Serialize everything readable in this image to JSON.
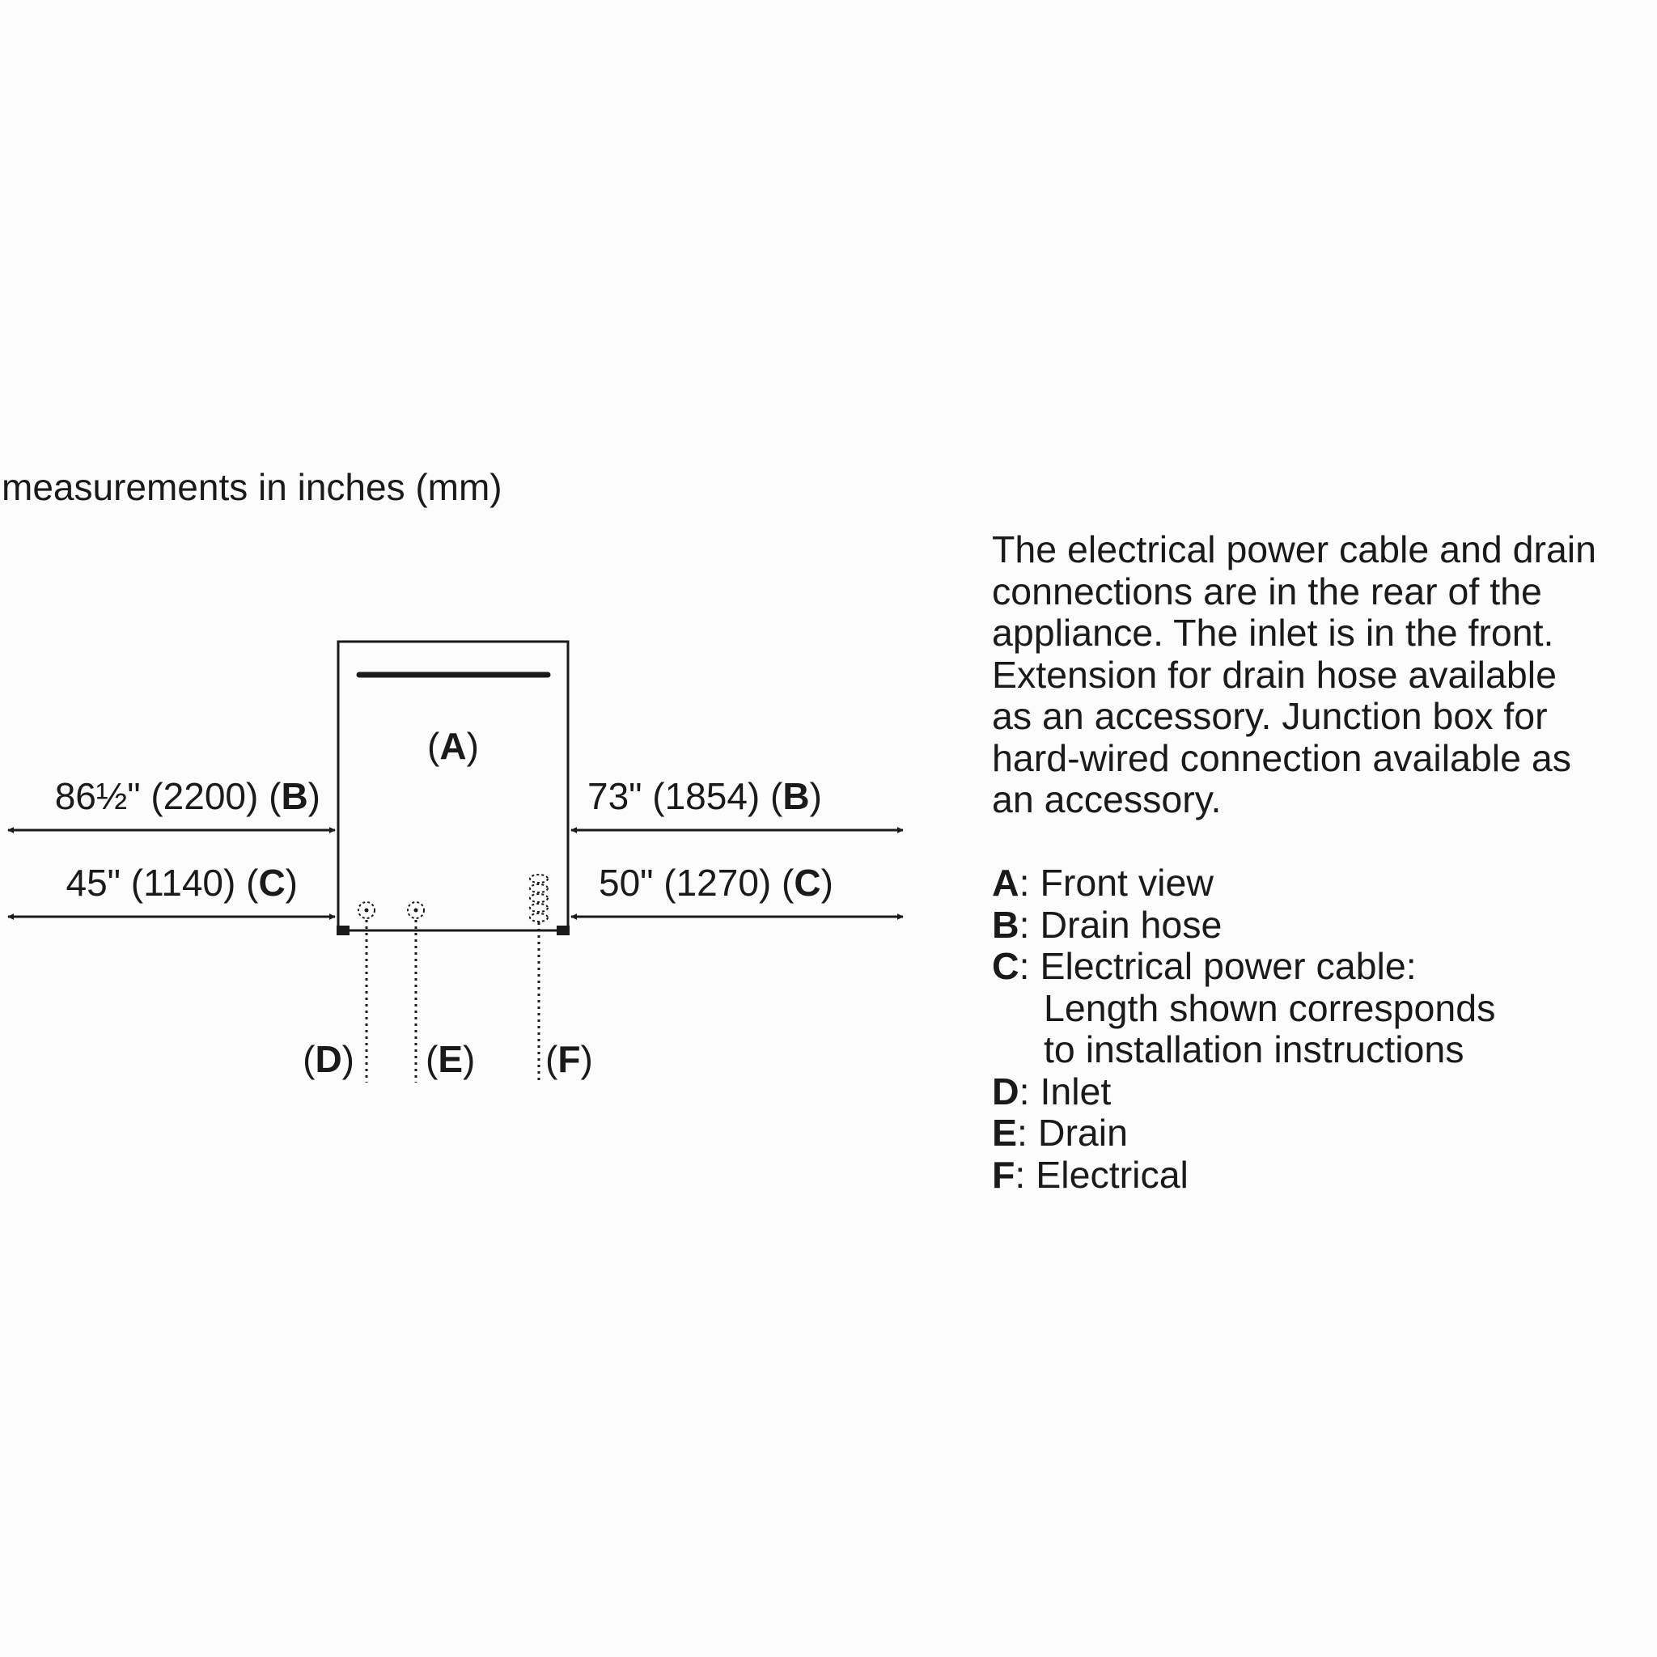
{
  "units_note": "measurements in inches (mm)",
  "appliance": {
    "label_letter": "A"
  },
  "dimensions": {
    "left_drain": {
      "text": "86½\" (2200) (",
      "letter": "B",
      "close": ")"
    },
    "left_power": {
      "text": "45\" (1140) (",
      "letter": "C",
      "close": ")"
    },
    "right_drain": {
      "text": "73\" (1854) (",
      "letter": "B",
      "close": ")"
    },
    "right_power": {
      "text": "50\" (1270) (",
      "letter": "C",
      "close": ")"
    }
  },
  "connections": [
    {
      "letter": "D"
    },
    {
      "letter": "E"
    },
    {
      "letter": "F"
    }
  ],
  "description": "The electrical power cable and drain\nconnections are in the rear of the\nappliance. The inlet is in the front.\nExtension for drain hose available\nas an accessory. Junction box for\nhard-wired connection available as\nan accessory.",
  "legend": [
    {
      "key": "A",
      "text": "Front view"
    },
    {
      "key": "B",
      "text": "Drain hose"
    },
    {
      "key": "C",
      "text": "Electrical power cable:",
      "continuation": [
        "Length shown corresponds",
        "to installation instructions"
      ]
    },
    {
      "key": "D",
      "text": "Inlet"
    },
    {
      "key": "E",
      "text": "Drain"
    },
    {
      "key": "F",
      "text": "Electrical"
    }
  ]
}
